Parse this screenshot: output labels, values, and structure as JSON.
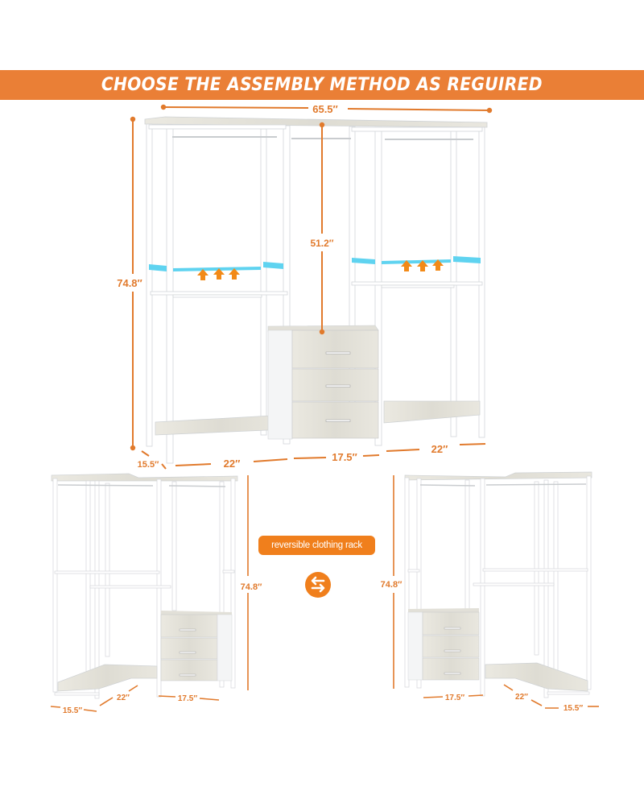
{
  "banner": {
    "title": "CHOOSE THE ASSEMBLY METHOD AS REGUIRED",
    "color": "#ea7f36"
  },
  "main_view": {
    "dimensions": {
      "total_width": "65.5″",
      "height": "74.8″",
      "hanging_height": "51.2″",
      "depth": "15.5″",
      "left_section_width": "22″",
      "dresser_width": "17.5″",
      "right_section_width": "22″"
    },
    "features": [
      "adjustable-rod-highlight",
      "up-arrows",
      "3-drawer-dresser"
    ]
  },
  "middle": {
    "badge_label": "reversible clothing rack",
    "swap_icon": "swap-arrows-icon",
    "accent_color": "#f07f1c"
  },
  "left_corner_view": {
    "height": "74.8″",
    "depth": "15.5″",
    "corner_width": "22″",
    "dresser_width": "17.5″"
  },
  "right_corner_view": {
    "height": "74.8″",
    "depth": "15.5″",
    "corner_width": "22″",
    "dresser_width": "17.5″"
  },
  "colors": {
    "dimension_orange": "#e17a2c",
    "frame_white": "#ffffff",
    "frame_edge": "#d9dcdf",
    "wood": "#e6e4dc",
    "highlight_cyan": "#5fd3f0"
  }
}
